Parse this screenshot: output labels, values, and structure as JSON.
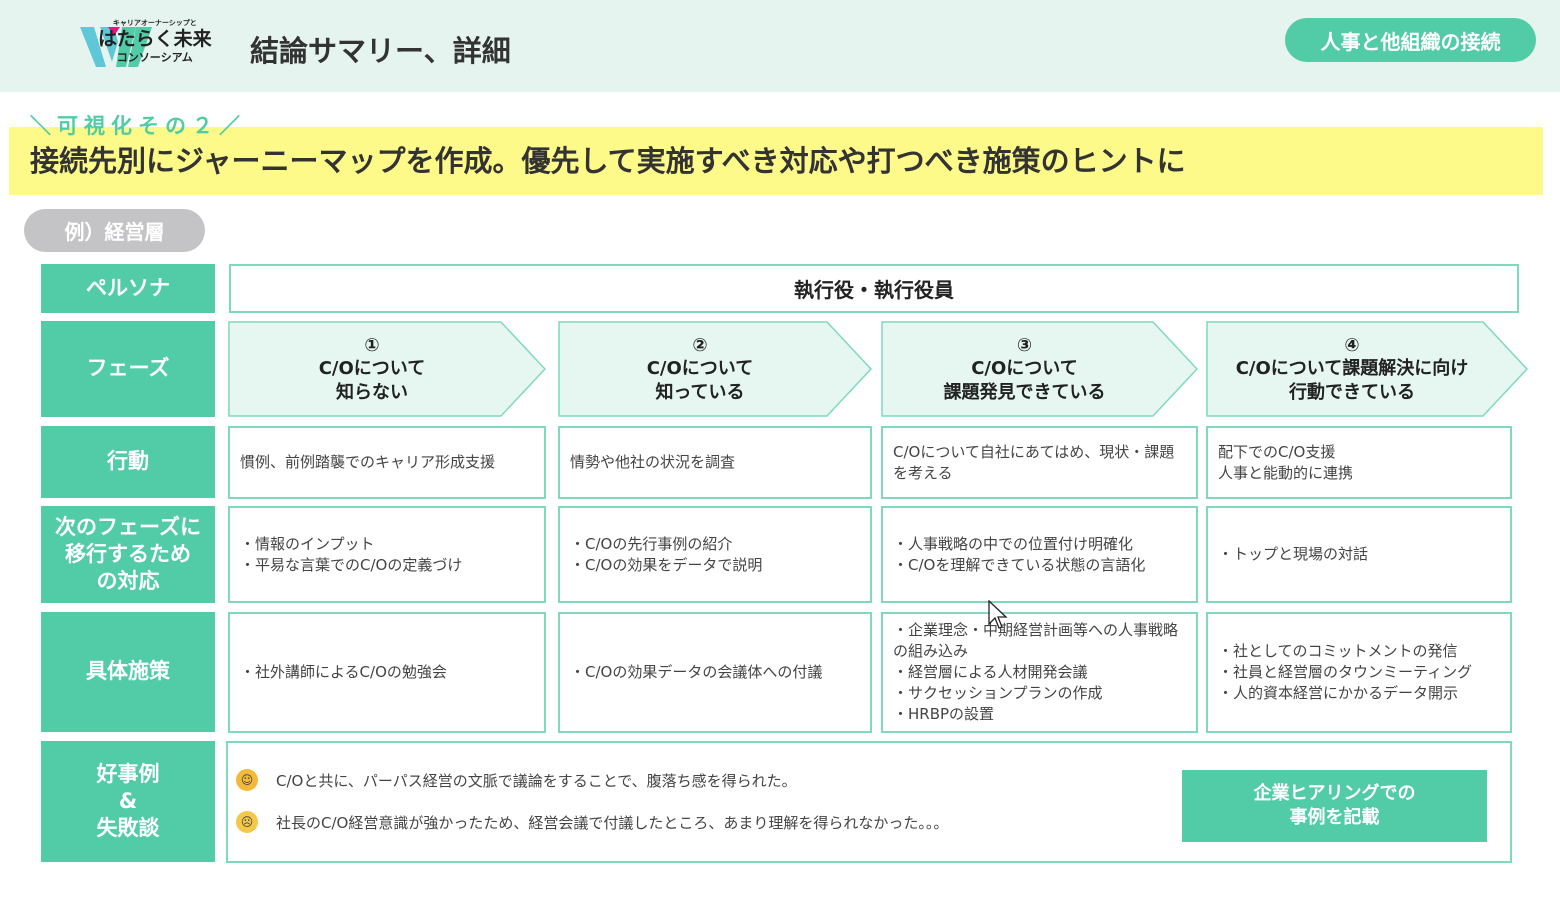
{
  "header": {
    "logo": {
      "tagline": "キャリアオーナーシップと",
      "name": "はたらく未来",
      "sub": "コンソーシアム"
    },
    "title": "結論サマリー、詳細",
    "connect_button": "人事と他組織の接続"
  },
  "banner": {
    "tag": "＼可視化その２／",
    "headline": "接続先別にジャーニーマップを作成。優先して実施すべき対応や打つべき施策のヒントに"
  },
  "example_label": "例）経営層",
  "rows": {
    "persona": "ペルソナ",
    "phase": "フェーズ",
    "action": "行動",
    "next": "次のフェーズに移行するための対応",
    "measures": "具体施策",
    "cases": "好事例\n&\n失敗談"
  },
  "persona_value": "執行役・執行役員",
  "phases": [
    {
      "num": "①",
      "l1": "C/Oについて",
      "l2": "知らない"
    },
    {
      "num": "②",
      "l1": "C/Oについて",
      "l2": "知っている"
    },
    {
      "num": "③",
      "l1": "C/Oについて",
      "l2": "課題発見できている"
    },
    {
      "num": "④",
      "l1": "C/Oについて課題解決に向け",
      "l2": "行動できている"
    }
  ],
  "actions": [
    [
      "慣例、前例踏襲でのキャリア形成支援"
    ],
    [
      "情勢や他社の状況を調査"
    ],
    [
      "C/Oについて自社にあてはめ、現状・課題を考える"
    ],
    [
      "配下でのC/O支援",
      "人事と能動的に連携"
    ]
  ],
  "next_steps": [
    [
      "・情報のインプット",
      "・平易な言葉でのC/Oの定義づけ"
    ],
    [
      "・C/Oの先行事例の紹介",
      "・C/Oの効果をデータで説明"
    ],
    [
      "・人事戦略の中での位置付け明確化",
      "・C/Oを理解できている状態の言語化"
    ],
    [
      "・トップと現場の対話"
    ]
  ],
  "measures": [
    [
      "・社外講師によるC/Oの勉強会"
    ],
    [
      "・C/Oの効果データの会議体への付議"
    ],
    [
      "・企業理念・中期経営計画等への人事戦略の組み込み",
      "・経営層による人材開発会議",
      "・サクセッションプランの作成",
      "・HRBPの設置"
    ],
    [
      "・社としてのコミットメントの発信",
      "・社員と経営層のタウンミーティング",
      "・人的資本経営にかかるデータ開示"
    ]
  ],
  "cases": [
    {
      "icon": "smiling-face-icon",
      "text": "C/Oと共に、パーパス経営の文脈で議論をすることで、腹落ち感を得られた。"
    },
    {
      "icon": "sad-face-icon",
      "text": "社長のC/O経営意識が強かったため、経営会議で付議したところ、あまり理解を得られなかった。。。"
    }
  ],
  "hearing_button": {
    "l1": "企業ヒアリングでの",
    "l2": "事例を記載"
  },
  "colors": {
    "teal": "#52cca6",
    "header_bg": "#e6f4ef",
    "banner": "#fdfa8a",
    "pill": "#c4c4c6"
  }
}
